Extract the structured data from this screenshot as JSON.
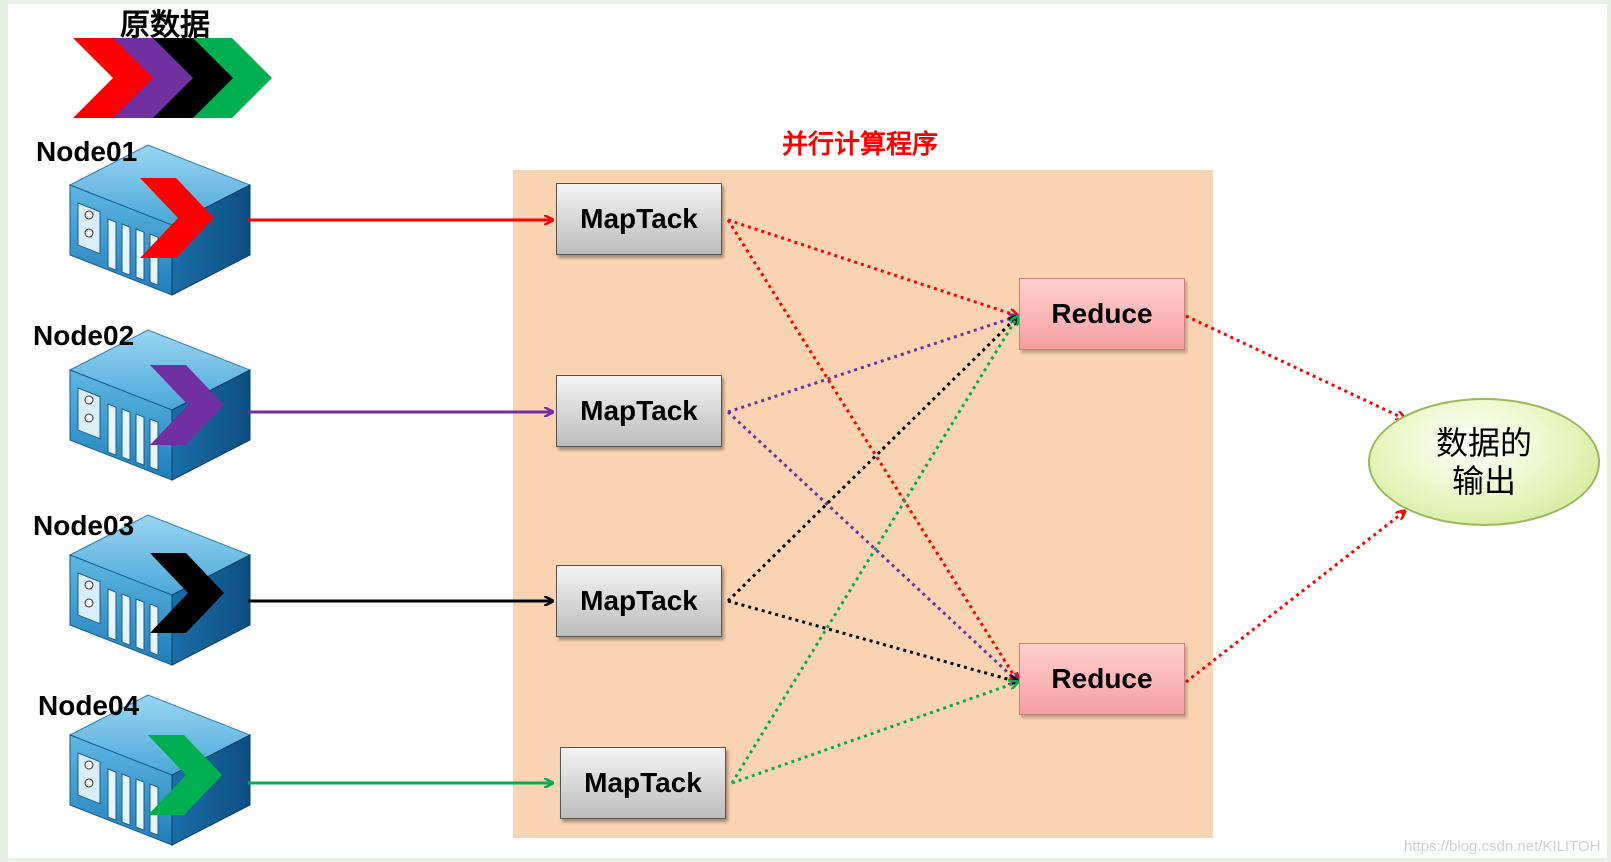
{
  "source": {
    "title": "原数据",
    "colors": [
      "#ff0000",
      "#7030a0",
      "#000000",
      "#00b050"
    ]
  },
  "nodes": [
    {
      "label": "Node01",
      "color": "#ff0000"
    },
    {
      "label": "Node02",
      "color": "#7030a0"
    },
    {
      "label": "Node03",
      "color": "#000000"
    },
    {
      "label": "Node04",
      "color": "#00b050"
    }
  ],
  "process": {
    "title": "并行计算程序",
    "map_tasks": [
      "MapTack",
      "MapTack",
      "MapTack",
      "MapTack"
    ],
    "reducers": [
      "Reduce",
      "Reduce"
    ]
  },
  "output": {
    "line1": "数据的",
    "line2": "输出"
  },
  "watermark": "https://blog.csdn.net/KILITOH"
}
